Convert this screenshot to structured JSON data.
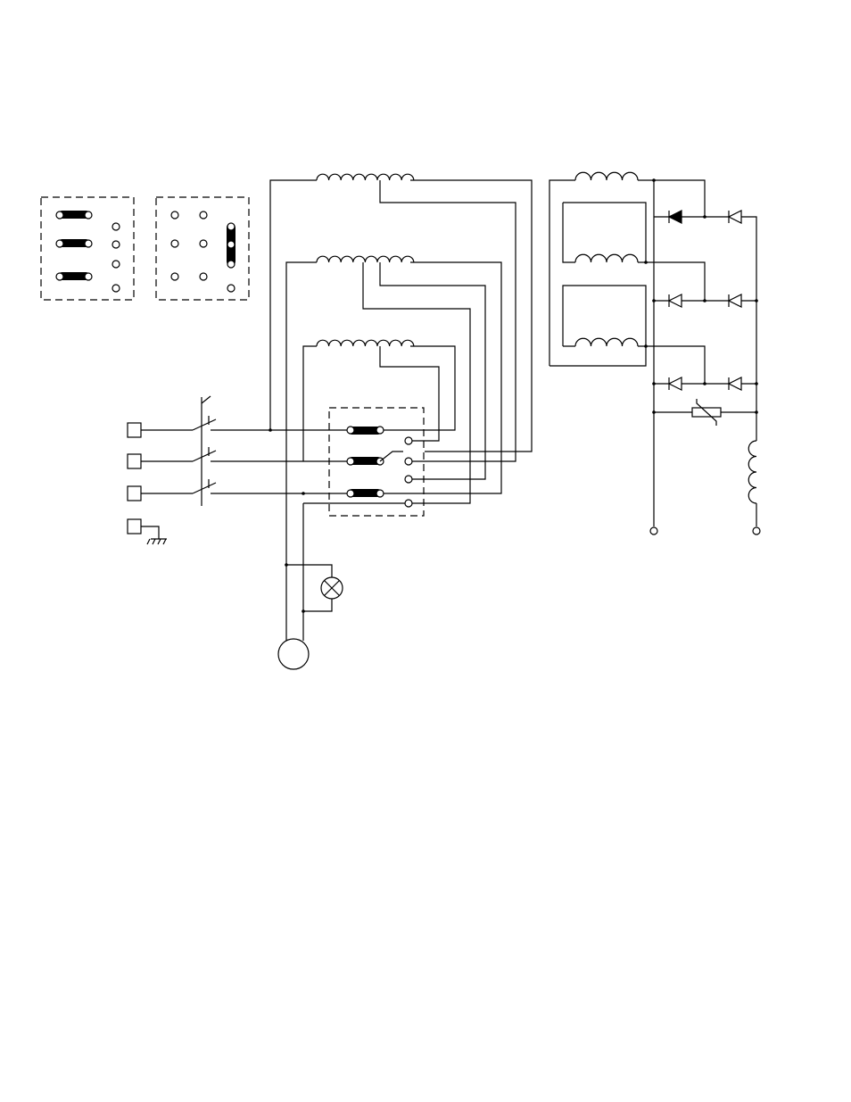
{
  "diagram": {
    "title": "",
    "labels": []
  },
  "colors": {
    "line": "#000000",
    "background": "#ffffff"
  },
  "components": {
    "line_terminals": 3,
    "ground_terminal": "ground-icon",
    "disconnect_switch": "three-pole-switch",
    "transformer_primary_windings": 3,
    "secondary_windings": 3,
    "rectifier_diodes": 6,
    "varistor": "varistor-icon",
    "output_choke": "inductor-icon",
    "pilot_lamp": "lamp-icon",
    "fan_motor": "motor-icon",
    "output_terminals": 2
  }
}
